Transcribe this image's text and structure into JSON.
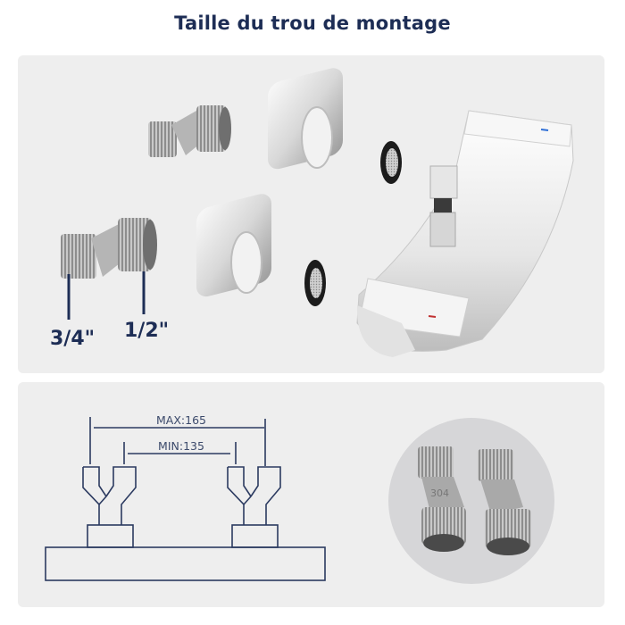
{
  "title": "Taille du trou de montage",
  "exploded_view": {
    "thread_sizes": {
      "left": "3/4\"",
      "right": "1/2\""
    },
    "parts": [
      "s-union-connector",
      "square-flange-cover",
      "filter-washer",
      "shower-mixer-body"
    ],
    "stamp": "304"
  },
  "dimension_diagram": {
    "max_label": "MAX:165",
    "min_label": "MIN:135"
  },
  "colors": {
    "title": "#1d2d55",
    "panel_bg": "#eeeeee",
    "line": "#2b3a60"
  }
}
